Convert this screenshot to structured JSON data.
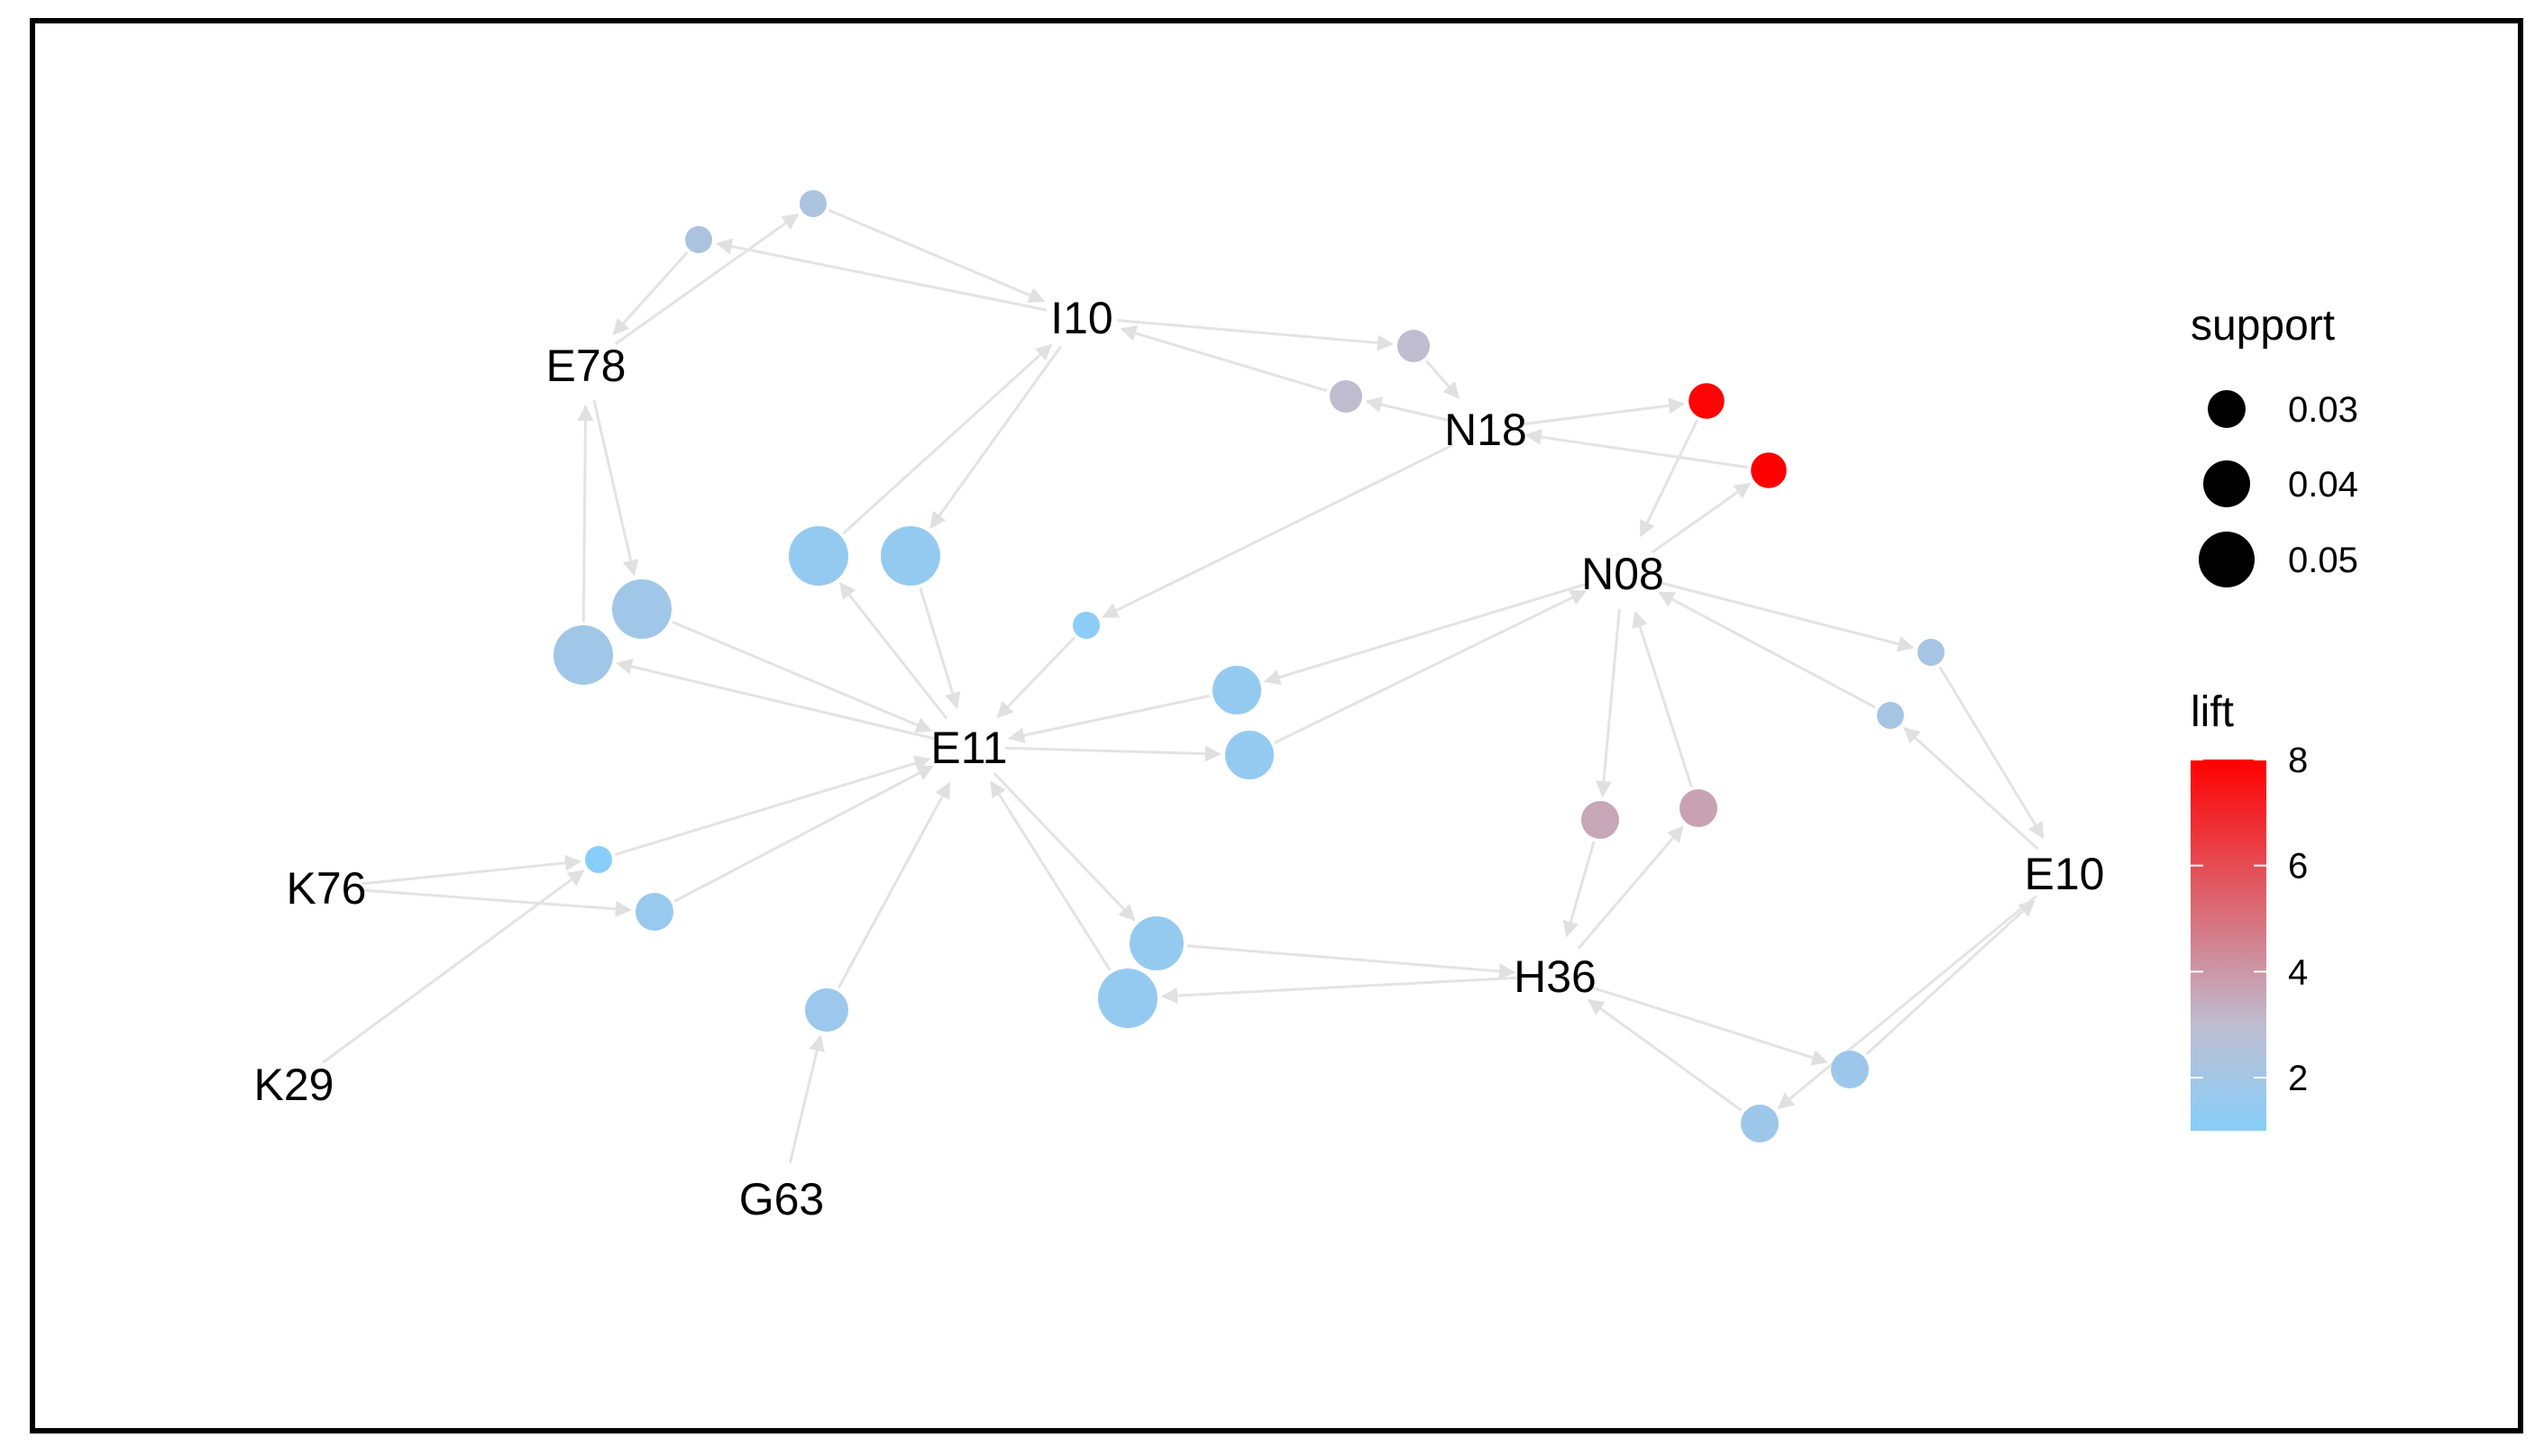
{
  "network": {
    "items": [
      {
        "id": "I10",
        "label": "I10"
      },
      {
        "id": "E78",
        "label": "E78"
      },
      {
        "id": "N18",
        "label": "N18"
      },
      {
        "id": "N08",
        "label": "N08"
      },
      {
        "id": "E11",
        "label": "E11"
      },
      {
        "id": "K76",
        "label": "K76"
      },
      {
        "id": "K29",
        "label": "K29"
      },
      {
        "id": "G63",
        "label": "G63"
      },
      {
        "id": "H36",
        "label": "H36"
      },
      {
        "id": "E10",
        "label": "E10"
      }
    ],
    "rules": [
      {
        "id": "r1",
        "lhs": [
          "E78"
        ],
        "rhs": "I10",
        "support": 0.02,
        "lift": 2.3
      },
      {
        "id": "r2",
        "lhs": [
          "I10"
        ],
        "rhs": "E78",
        "support": 0.02,
        "lift": 2.3
      },
      {
        "id": "r3",
        "lhs": [
          "I10"
        ],
        "rhs": "N18",
        "support": 0.025,
        "lift": 3.0
      },
      {
        "id": "r4",
        "lhs": [
          "N18"
        ],
        "rhs": "I10",
        "support": 0.025,
        "lift": 3.0
      },
      {
        "id": "r5",
        "lhs": [
          "N18"
        ],
        "rhs": "N08",
        "support": 0.028,
        "lift": 7.9
      },
      {
        "id": "r6",
        "lhs": [
          "N08"
        ],
        "rhs": "N18",
        "support": 0.028,
        "lift": 8.0
      },
      {
        "id": "r7",
        "lhs": [
          "E78"
        ],
        "rhs": "E11",
        "support": 0.05,
        "lift": 1.9
      },
      {
        "id": "r8",
        "lhs": [
          "E11"
        ],
        "rhs": "E78",
        "support": 0.05,
        "lift": 1.9
      },
      {
        "id": "r9",
        "lhs": [
          "I10"
        ],
        "rhs": "E11",
        "support": 0.05,
        "lift": 1.5
      },
      {
        "id": "r10",
        "lhs": [
          "E11"
        ],
        "rhs": "I10",
        "support": 0.05,
        "lift": 1.5
      },
      {
        "id": "r11",
        "lhs": [
          "N18"
        ],
        "rhs": "E11",
        "support": 0.02,
        "lift": 1.2
      },
      {
        "id": "r12",
        "lhs": [
          "N08"
        ],
        "rhs": "E11",
        "support": 0.04,
        "lift": 1.5
      },
      {
        "id": "r13",
        "lhs": [
          "E11"
        ],
        "rhs": "N08",
        "support": 0.04,
        "lift": 1.5
      },
      {
        "id": "r14",
        "lhs": [
          "N08"
        ],
        "rhs": "E10",
        "support": 0.02,
        "lift": 2.1
      },
      {
        "id": "r15",
        "lhs": [
          "E10"
        ],
        "rhs": "N08",
        "support": 0.02,
        "lift": 2.1
      },
      {
        "id": "r16",
        "lhs": [
          "H36"
        ],
        "rhs": "N08",
        "support": 0.03,
        "lift": 3.7
      },
      {
        "id": "r17",
        "lhs": [
          "N08"
        ],
        "rhs": "H36",
        "support": 0.03,
        "lift": 3.6
      },
      {
        "id": "r18",
        "lhs": [
          "K76",
          "K29"
        ],
        "rhs": "E11",
        "support": 0.02,
        "lift": 1.0
      },
      {
        "id": "r19",
        "lhs": [
          "K76"
        ],
        "rhs": "E11",
        "support": 0.03,
        "lift": 1.6
      },
      {
        "id": "r20",
        "lhs": [
          "G63"
        ],
        "rhs": "E11",
        "support": 0.035,
        "lift": 1.7
      },
      {
        "id": "r21",
        "lhs": [
          "E11"
        ],
        "rhs": "H36",
        "support": 0.045,
        "lift": 1.5
      },
      {
        "id": "r22",
        "lhs": [
          "H36"
        ],
        "rhs": "E11",
        "support": 0.05,
        "lift": 1.5
      },
      {
        "id": "r23",
        "lhs": [
          "H36"
        ],
        "rhs": "E10",
        "support": 0.03,
        "lift": 1.8
      },
      {
        "id": "r24",
        "lhs": [
          "E10"
        ],
        "rhs": "H36",
        "support": 0.03,
        "lift": 1.8
      }
    ]
  },
  "legend": {
    "support": {
      "title": "support",
      "entries": [
        {
          "label": "0.03",
          "value": 0.03
        },
        {
          "label": "0.04",
          "value": 0.04
        },
        {
          "label": "0.05",
          "value": 0.05
        }
      ]
    },
    "lift": {
      "title": "lift",
      "ticks": [
        {
          "label": "2",
          "value": 2
        },
        {
          "label": "4",
          "value": 4
        },
        {
          "label": "6",
          "value": 6
        },
        {
          "label": "8",
          "value": 8
        }
      ],
      "range": [
        1.0,
        8.0
      ],
      "low_color": "#87CEFA",
      "mid_color": "#BEBED2",
      "high_color": "#FF0000"
    }
  },
  "colors": {
    "edge": "#e3e3e3",
    "frame": "#000000"
  }
}
